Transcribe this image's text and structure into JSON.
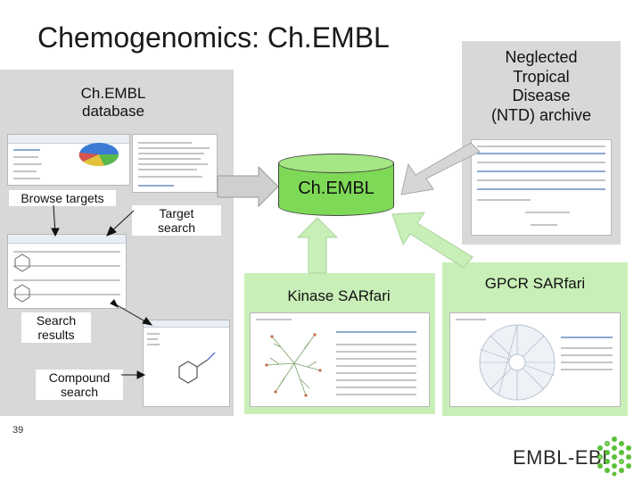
{
  "slide": {
    "title": "Chemogenomics: Ch.EMBL",
    "page_number": "39"
  },
  "labels": {
    "chembl_database": "Ch.EMBL\ndatabase",
    "browse_targets": "Browse targets",
    "target_search": "Target\nsearch",
    "search_results": "Search\nresults",
    "compound_search": "Compound\nsearch",
    "ntd_archive": "Neglected\nTropical\nDisease\n(NTD) archive",
    "chembl_store": "Ch.EMBL",
    "kinase_sarfari": "Kinase SARfari",
    "gpcr_sarfari": "GPCR SARfari"
  },
  "logo": {
    "text": "EMBL-EBI"
  },
  "colors": {
    "grey_panel": "#d8d8d8",
    "green_panel": "#c9efb8",
    "green_arrow": "#c9efb8",
    "grey_arrow": "#cfcfcf",
    "database": "#7ed957",
    "logo_green": "#5bbf3a"
  },
  "icons": [
    "database-cylinder",
    "flow-arrow",
    "pointer-arrow",
    "embl-ebi-logo"
  ]
}
